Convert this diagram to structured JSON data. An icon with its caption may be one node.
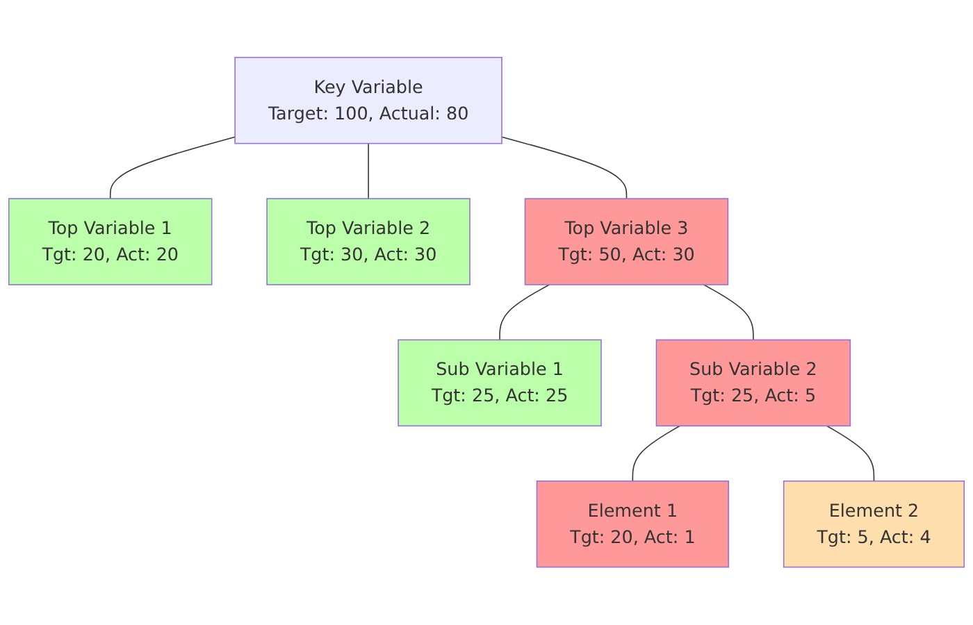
{
  "diagram": {
    "nodes": [
      {
        "text": [
          "Key Variable",
          "Target: 100, Actual: 80"
        ]
      },
      {
        "text": [
          "Top Variable 1",
          "Tgt: 20, Act: 20"
        ]
      },
      {
        "text": [
          "Top Variable 2",
          "Tgt: 30, Act: 30"
        ]
      },
      {
        "text": [
          "Top Variable 3",
          "Tgt: 50, Act: 30"
        ]
      },
      {
        "text": [
          "Sub Variable 1",
          "Tgt: 25, Act: 25"
        ]
      },
      {
        "text": [
          "Sub Variable 2",
          "Tgt: 25, Act: 5"
        ]
      },
      {
        "text": [
          "Element 1",
          "Tgt: 20, Act: 1"
        ]
      },
      {
        "text": [
          "Element 2",
          "Tgt: 5, Act: 4"
        ]
      }
    ],
    "edges": [
      {
        "from": 0,
        "to": 1,
        "arrow": "none"
      },
      {
        "from": 0,
        "to": 2,
        "arrow": "none"
      },
      {
        "from": 0,
        "to": 3,
        "arrow": "none"
      },
      {
        "from": 3,
        "to": 4,
        "arrow": "none"
      },
      {
        "from": 3,
        "to": 5,
        "arrow": "none"
      },
      {
        "from": 5,
        "to": 6,
        "arrow": "none"
      },
      {
        "from": 5,
        "to": 7,
        "arrow": "none"
      }
    ]
  }
}
